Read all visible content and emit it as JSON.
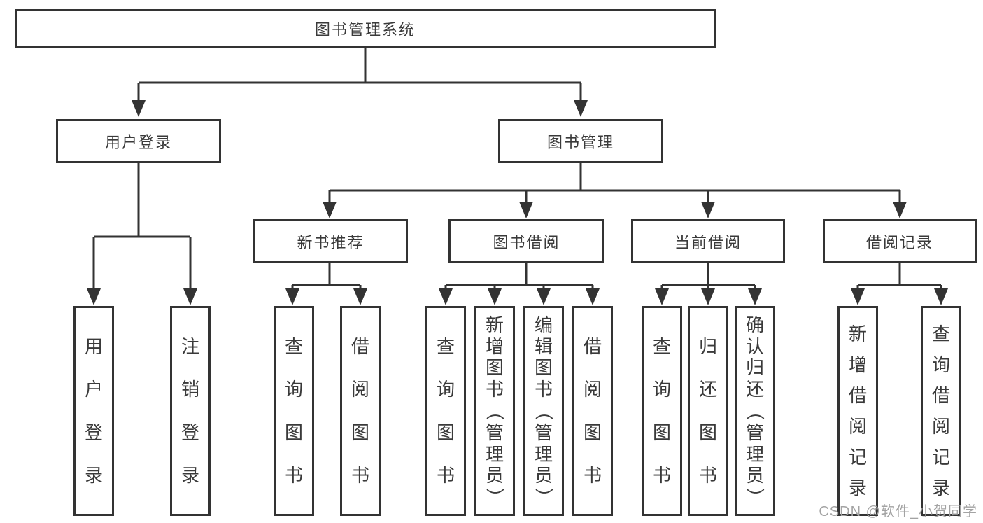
{
  "tree": {
    "root": "图书管理系统",
    "level2": {
      "user_login": "用户登录",
      "book_management": "图书管理"
    },
    "level3": {
      "new_book_recommend": "新书推荐",
      "book_borrow": "图书借阅",
      "current_borrow": "当前借阅",
      "borrow_record": "借阅记录"
    },
    "leaves": {
      "user": [
        "用户登录",
        "注销登录"
      ],
      "recommend": [
        "查询图书",
        "借阅图书"
      ],
      "borrow": [
        "查询图书",
        "新增图书（管理员）",
        "编辑图书（管理员）",
        "借阅图书"
      ],
      "current": [
        "查询图书",
        "归还图书",
        "确认归还（管理员）"
      ],
      "record": [
        "新增借阅记录",
        "查询借阅记录"
      ]
    }
  },
  "watermark": "CSDN @软件_小贺同学",
  "colors": {
    "line": "#333333",
    "border": "#333333",
    "text": "#3a3a3a",
    "watermark": "#a3a3a3",
    "background": "#ffffff"
  }
}
